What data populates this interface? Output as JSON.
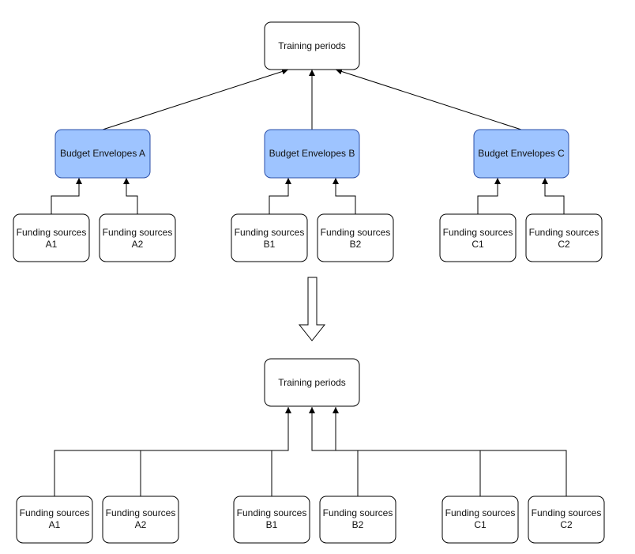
{
  "colors": {
    "stroke": "#000000",
    "envelope_fill": "#9ec4ff",
    "envelope_stroke": "#2b4fa8",
    "box_fill": "#ffffff"
  },
  "top": {
    "root": {
      "line1": "Training periods"
    },
    "envelopes": [
      {
        "line1": "Budget Envelopes A"
      },
      {
        "line1": "Budget Envelopes B"
      },
      {
        "line1": "Budget Envelopes C"
      }
    ],
    "sources": [
      {
        "line1": "Funding sources",
        "line2": "A1"
      },
      {
        "line1": "Funding sources",
        "line2": "A2"
      },
      {
        "line1": "Funding sources",
        "line2": "B1"
      },
      {
        "line1": "Funding sources",
        "line2": "B2"
      },
      {
        "line1": "Funding sources",
        "line2": "C1"
      },
      {
        "line1": "Funding sources",
        "line2": "C2"
      }
    ]
  },
  "bottom": {
    "root": {
      "line1": "Training periods"
    },
    "sources": [
      {
        "line1": "Funding sources",
        "line2": "A1"
      },
      {
        "line1": "Funding sources",
        "line2": "A2"
      },
      {
        "line1": "Funding sources",
        "line2": "B1"
      },
      {
        "line1": "Funding sources",
        "line2": "B2"
      },
      {
        "line1": "Funding sources",
        "line2": "C1"
      },
      {
        "line1": "Funding sources",
        "line2": "C2"
      }
    ]
  }
}
